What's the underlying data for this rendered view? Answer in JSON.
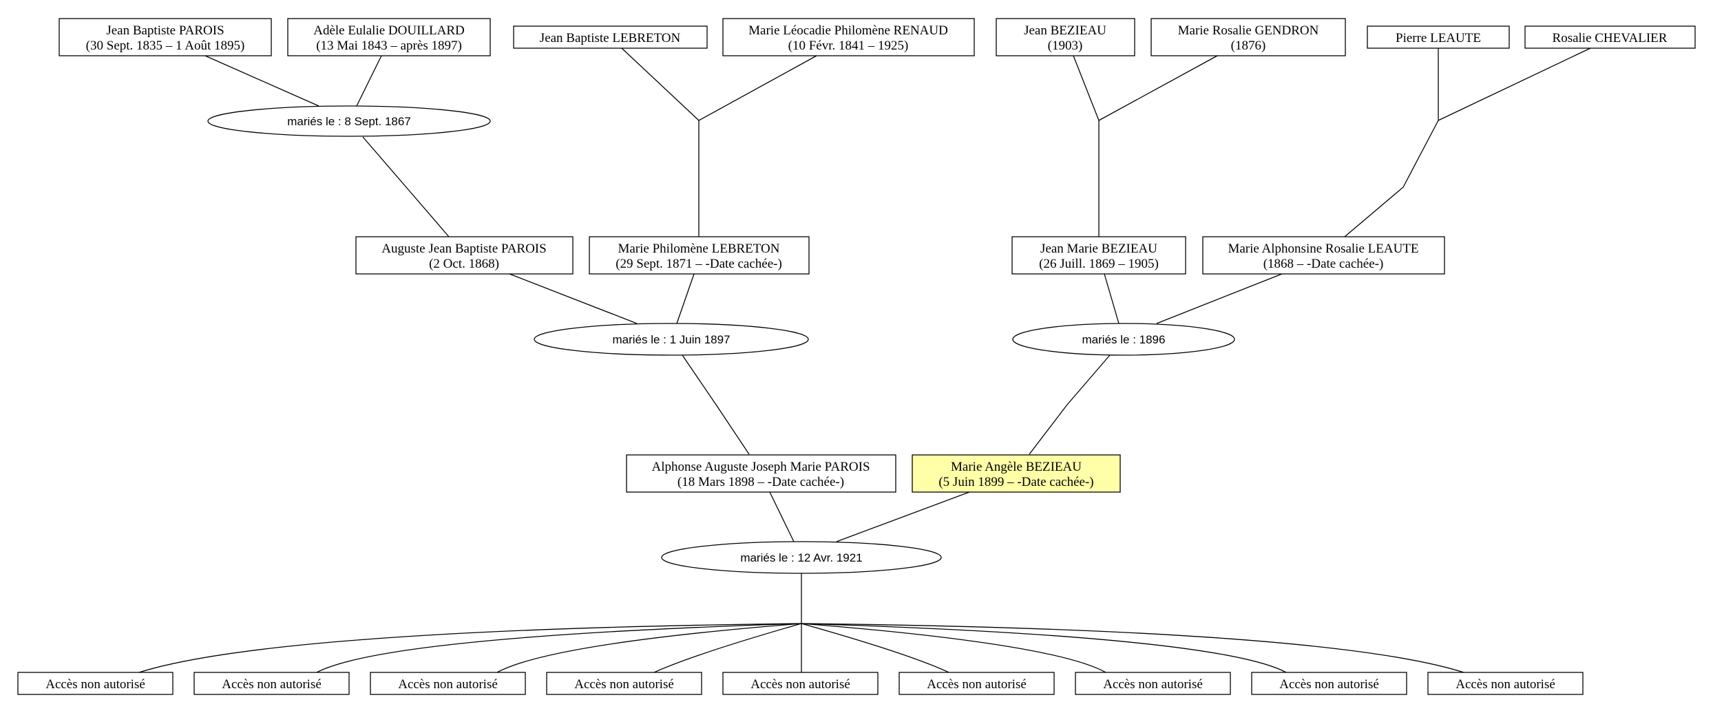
{
  "people": {
    "jb_parois": {
      "name": "Jean Baptiste PAROIS",
      "dates": "(30 Sept. 1835 – 1 Août 1895)"
    },
    "ae_douillard": {
      "name": "Adèle Eulalie DOUILLARD",
      "dates": "(13 Mai 1843 – après 1897)"
    },
    "jb_lebreton": {
      "name": "Jean Baptiste LEBRETON"
    },
    "mlp_renaud": {
      "name": "Marie Léocadie Philomène RENAUD",
      "dates": "(10 Févr. 1841 – 1925)"
    },
    "j_bezieau": {
      "name": "Jean BEZIEAU",
      "dates": "(1903)"
    },
    "mr_gendron": {
      "name": "Marie Rosalie GENDRON",
      "dates": "(1876)"
    },
    "p_leaute": {
      "name": "Pierre LEAUTE"
    },
    "r_chevalier": {
      "name": "Rosalie CHEVALIER"
    },
    "ajb_parois": {
      "name": "Auguste Jean Baptiste PAROIS",
      "dates": "(2 Oct. 1868)"
    },
    "mp_lebreton": {
      "name": "Marie Philomène LEBRETON",
      "dates": "(29 Sept. 1871 – -Date cachée-)"
    },
    "jm_bezieau": {
      "name": "Jean Marie BEZIEAU",
      "dates": "(26 Juill. 1869 – 1905)"
    },
    "mar_leaute": {
      "name": "Marie Alphonsine Rosalie LEAUTE",
      "dates": "(1868 – -Date cachée-)"
    },
    "aajm_parois": {
      "name": "Alphonse Auguste Joseph Marie PAROIS",
      "dates": "(18 Mars 1898 – -Date cachée-)"
    },
    "ma_bezieau": {
      "name": "Marie Angèle BEZIEAU",
      "dates": "(5 Juin 1899 – -Date cachée-)"
    }
  },
  "unions": {
    "u1867": "mariés le : 8 Sept. 1867",
    "u1897": "mariés le : 1 Juin 1897",
    "u1896": "mariés le : 1896",
    "u1921": "mariés le : 12 Avr. 1921"
  },
  "children_label": "Accès non autorisé",
  "children_count": 9,
  "colors": {
    "highlight": "#ffffa8",
    "line": "#000000",
    "background": "#ffffff"
  }
}
